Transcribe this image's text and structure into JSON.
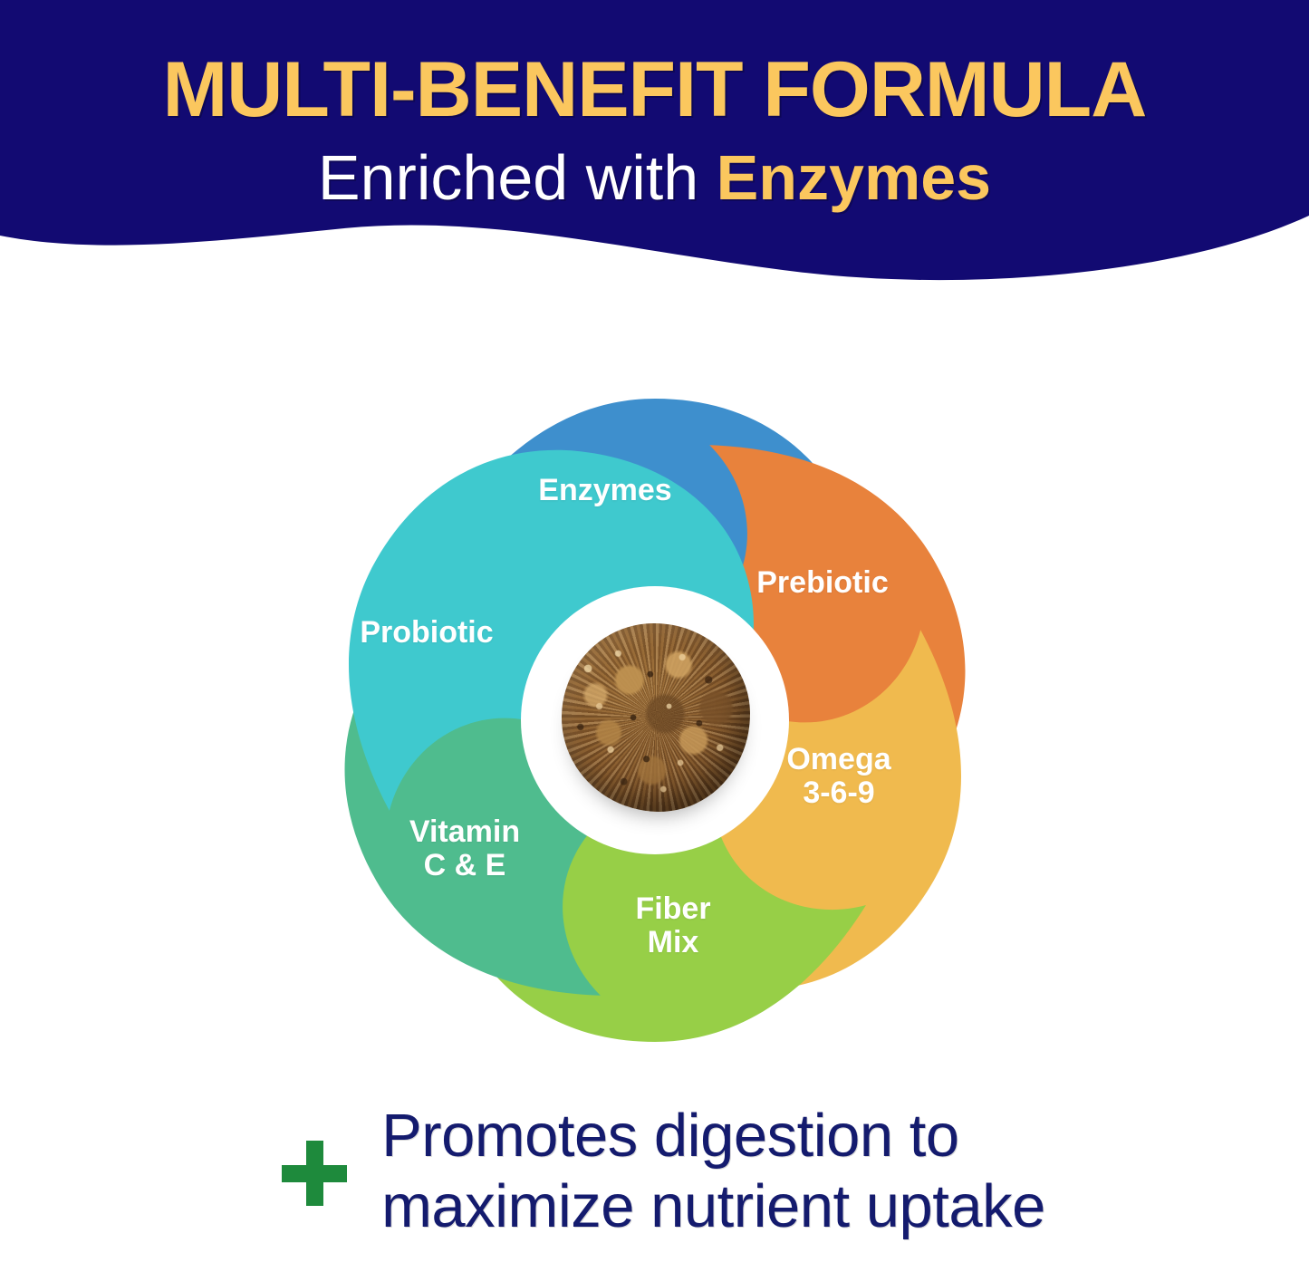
{
  "header": {
    "title": "MULTI-BENEFIT FORMULA",
    "subtitle_prefix": "Enriched with ",
    "subtitle_accent": "Enzymes",
    "bg_color": "#120A72",
    "title_color": "#FBC75E",
    "subtitle_color": "#FFFFFF",
    "accent_color": "#FBC75E"
  },
  "wheel": {
    "center_icon": "kibble-treat-ball",
    "hub_color": "#FFFFFF",
    "petals": [
      {
        "id": "enzymes",
        "label": "Enzymes",
        "color": "#3E8FCD"
      },
      {
        "id": "prebiotic",
        "label": "Prebiotic",
        "color": "#E8823C"
      },
      {
        "id": "omega",
        "label": "Omega\n3-6-9",
        "color": "#F0BA4E"
      },
      {
        "id": "fiber",
        "label": "Fiber\nMix",
        "color": "#97CF47"
      },
      {
        "id": "vitamin",
        "label": "Vitamin\nC & E",
        "color": "#4FBC8E"
      },
      {
        "id": "probiotic",
        "label": "Probiotic",
        "color": "#3FC9CE"
      }
    ],
    "label_color": "#FFFFFF"
  },
  "claim": {
    "icon": "plus-icon",
    "icon_color": "#1E8A3C",
    "text": "Promotes digestion to\nmaximize nutrient uptake",
    "text_color": "#141B6E"
  }
}
